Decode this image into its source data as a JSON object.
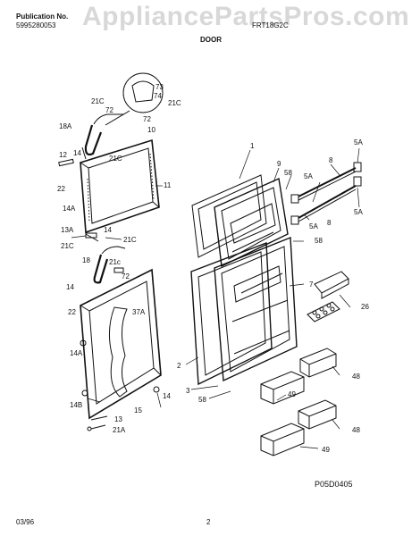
{
  "header": {
    "publication_label": "Publication No.",
    "publication_number": "5995280053",
    "model": "FRT18G2C",
    "section": "DOOR"
  },
  "watermark": "AppliancePartsPros.com",
  "callouts": {
    "c73": "73",
    "c74": "74",
    "c72a": "72",
    "c21Ca": "21C",
    "c21Cb": "21C",
    "c72b": "72",
    "c18A": "18A",
    "c10": "10",
    "c14a": "14",
    "c21Cc": "21C",
    "c12": "12",
    "c11": "11",
    "c22a": "22",
    "c14A": "14A",
    "c13A": "13A",
    "c14b": "14",
    "c21Cd": "21C",
    "c21Ce": "21C",
    "c18": "18",
    "c21c": "21c",
    "c72c": "72",
    "c14c": "14",
    "c22b": "22",
    "c37A": "37A",
    "c14Ab": "14A",
    "c14d": "14",
    "c15": "15",
    "c14B": "14B",
    "c13": "13",
    "c21A": "21A",
    "c1": "1",
    "c9": "9",
    "c58a": "58",
    "c8a": "8",
    "c5Aa": "5A",
    "c5Ab": "5A",
    "c5Ac": "5A",
    "c8b": "8",
    "c5Ad": "5A",
    "c58b": "58",
    "c7": "7",
    "c26": "26",
    "c2": "2",
    "c3": "3",
    "c58c": "58",
    "c48a": "48",
    "c49a": "49",
    "c48b": "48",
    "c49b": "49"
  },
  "footer": {
    "code": "P05D0405",
    "date": "03/96",
    "page": "2"
  }
}
